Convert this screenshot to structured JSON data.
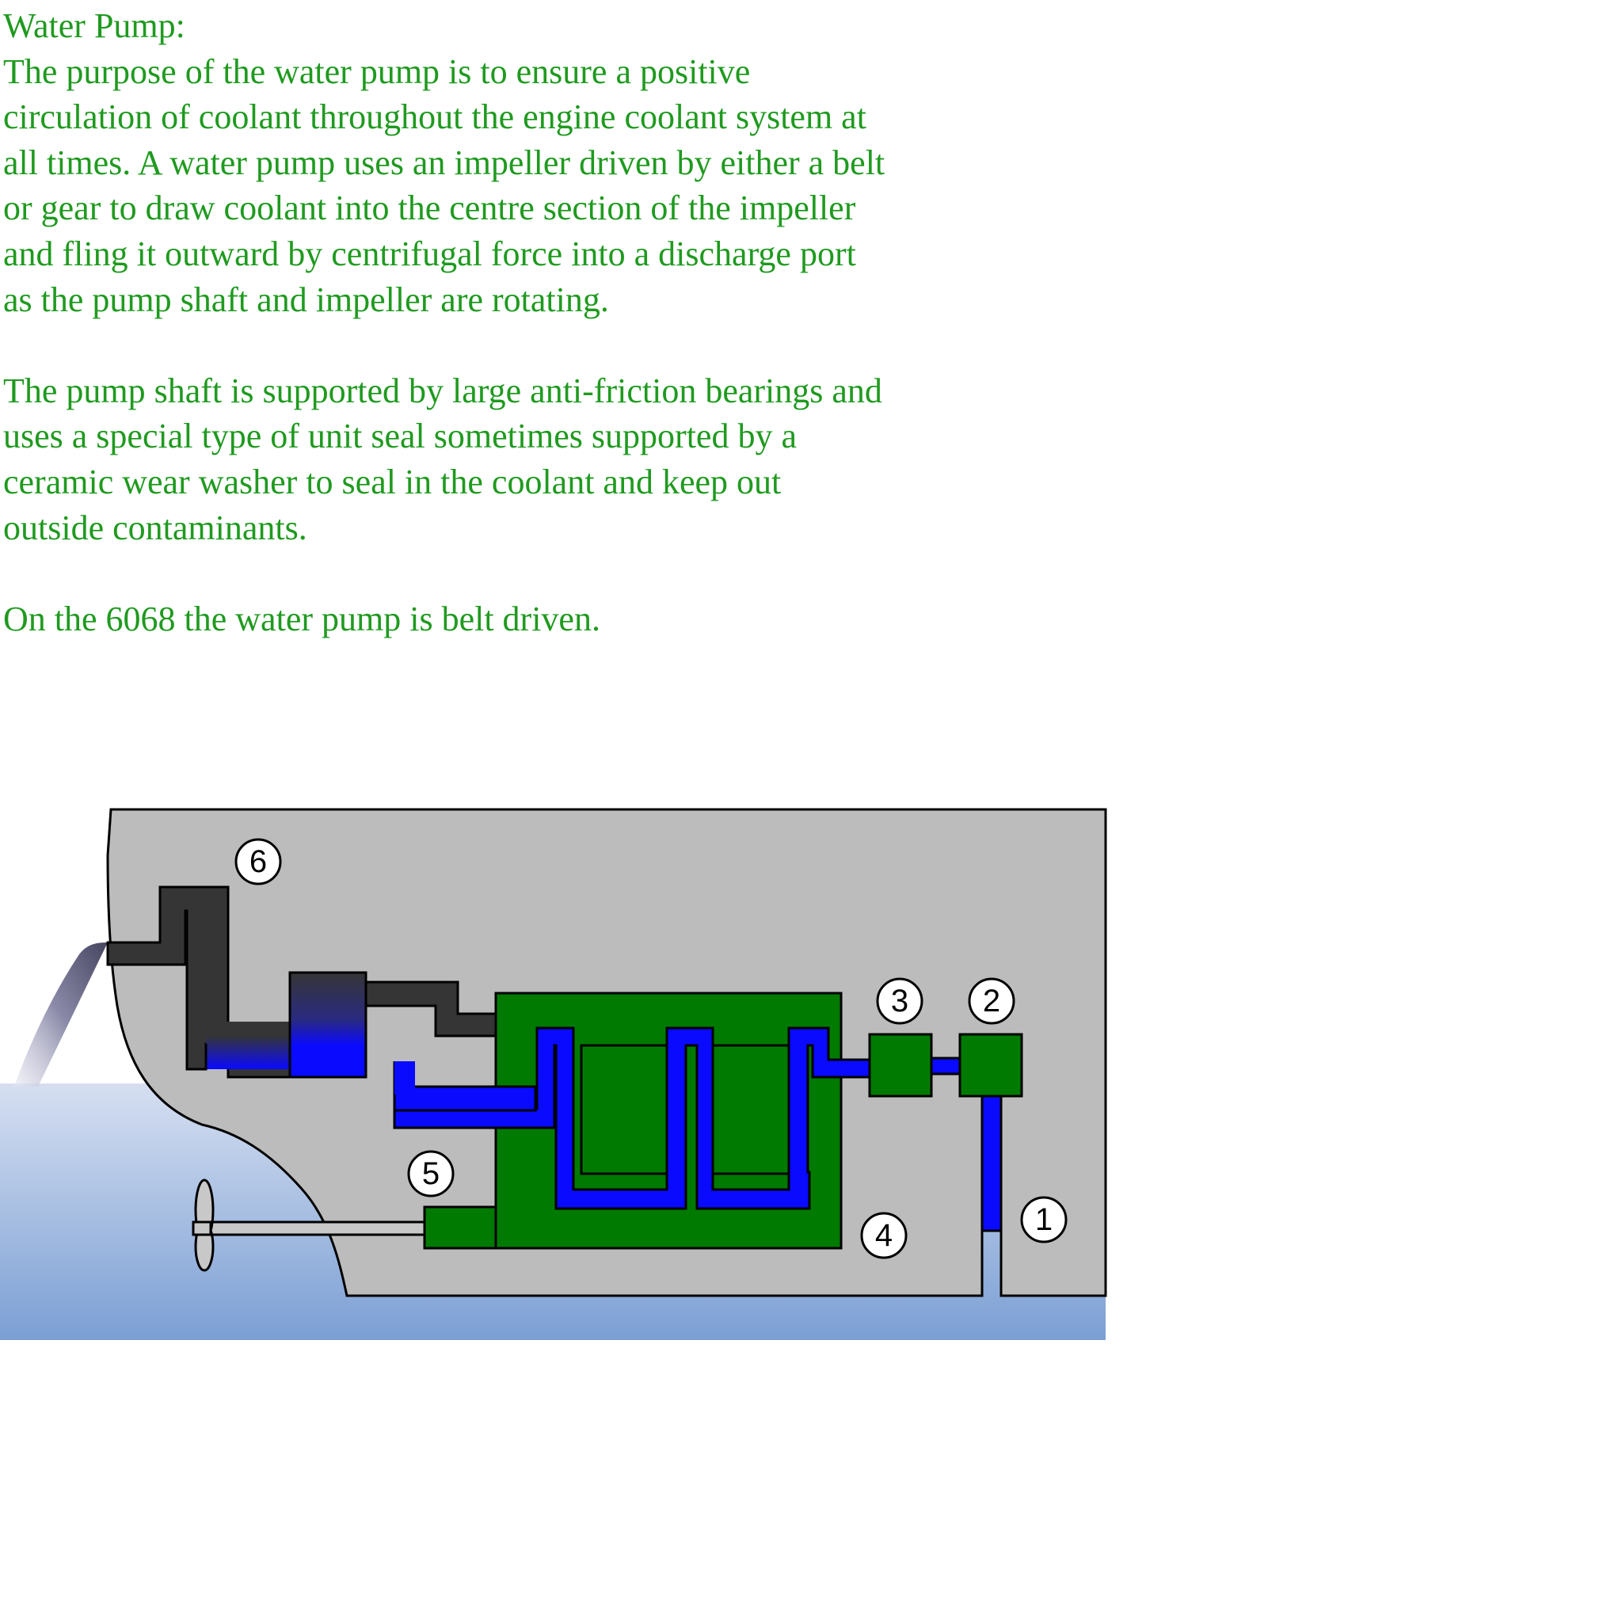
{
  "heading": "Water Pump:",
  "paragraphs": [
    "The purpose of the water pump is to ensure a positive circulation of coolant throughout the engine coolant system at all times. A water pump uses an impeller driven by either a belt or gear to draw coolant into the centre section of the impeller and fling it outward by centrifugal force into a discharge port as the pump shaft and impeller are rotating.",
    "The pump shaft is supported by large anti-friction bearings and uses a special type of unit seal sometimes supported by a ceramic wear washer to seal in the coolant and keep out outside contaminants.",
    "On the 6068 the water pump is belt driven."
  ],
  "colors": {
    "text": "#1f9a1f",
    "hull": "#bcbcbc",
    "water_top": "#d6dff1",
    "water_bottom": "#7b9fd4",
    "engine": "#007a00",
    "coolant": "#0a0aff",
    "exhaust": "#353535"
  },
  "labels": [
    "1",
    "2",
    "3",
    "4",
    "5",
    "6"
  ]
}
